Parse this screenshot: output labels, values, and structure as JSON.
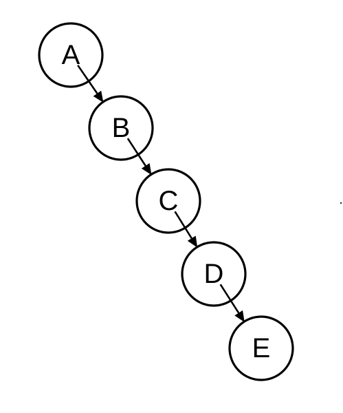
{
  "diagram": {
    "nodes": [
      {
        "id": "A",
        "label": "A"
      },
      {
        "id": "B",
        "label": "B"
      },
      {
        "id": "C",
        "label": "C"
      },
      {
        "id": "D",
        "label": "D"
      },
      {
        "id": "E",
        "label": "E"
      }
    ],
    "edges": [
      {
        "from": "A",
        "to": "B"
      },
      {
        "from": "B",
        "to": "C"
      },
      {
        "from": "C",
        "to": "D"
      },
      {
        "from": "D",
        "to": "E"
      }
    ],
    "colors": {
      "stroke": "#000000",
      "background": "#ffffff",
      "label": "#000000"
    }
  }
}
